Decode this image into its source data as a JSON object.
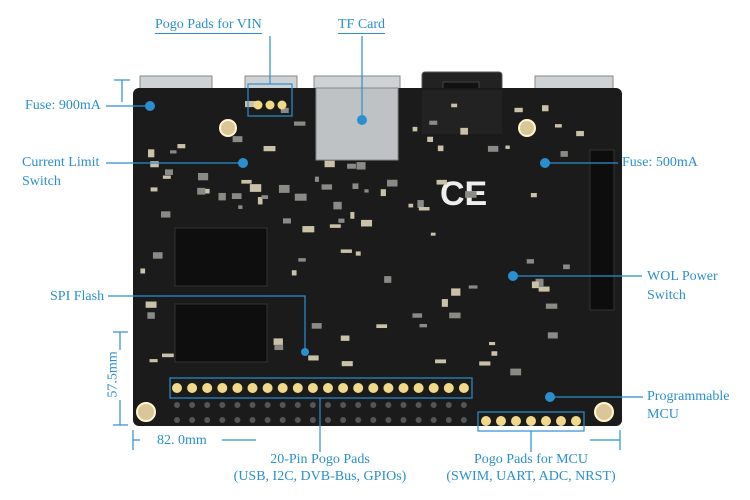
{
  "labels": {
    "pogo_vin": "Pogo Pads for VIN",
    "tf_card": "TF Card",
    "fuse_900": "Fuse: 900mA",
    "current_limit_1": "Current Limit",
    "current_limit_2": "Switch",
    "fuse_500": "Fuse: 500mA",
    "wol_1": "WOL Power",
    "wol_2": "Switch",
    "spi_flash": "SPI Flash",
    "mcu_1": "Programmable",
    "mcu_2": "MCU",
    "pogo20_1": "20-Pin Pogo Pads",
    "pogo20_2": "(USB, I2C, DVB-Bus, GPIOs)",
    "pogo_mcu_1": "Pogo Pads for MCU",
    "pogo_mcu_2": "(SWIM, UART, ADC, NRST)",
    "width": "82. 0mm",
    "height": "57.5mm"
  },
  "colors": {
    "accent": "#2b8fcf",
    "board": "#1b1b1b",
    "pad": "#f0d98a"
  }
}
